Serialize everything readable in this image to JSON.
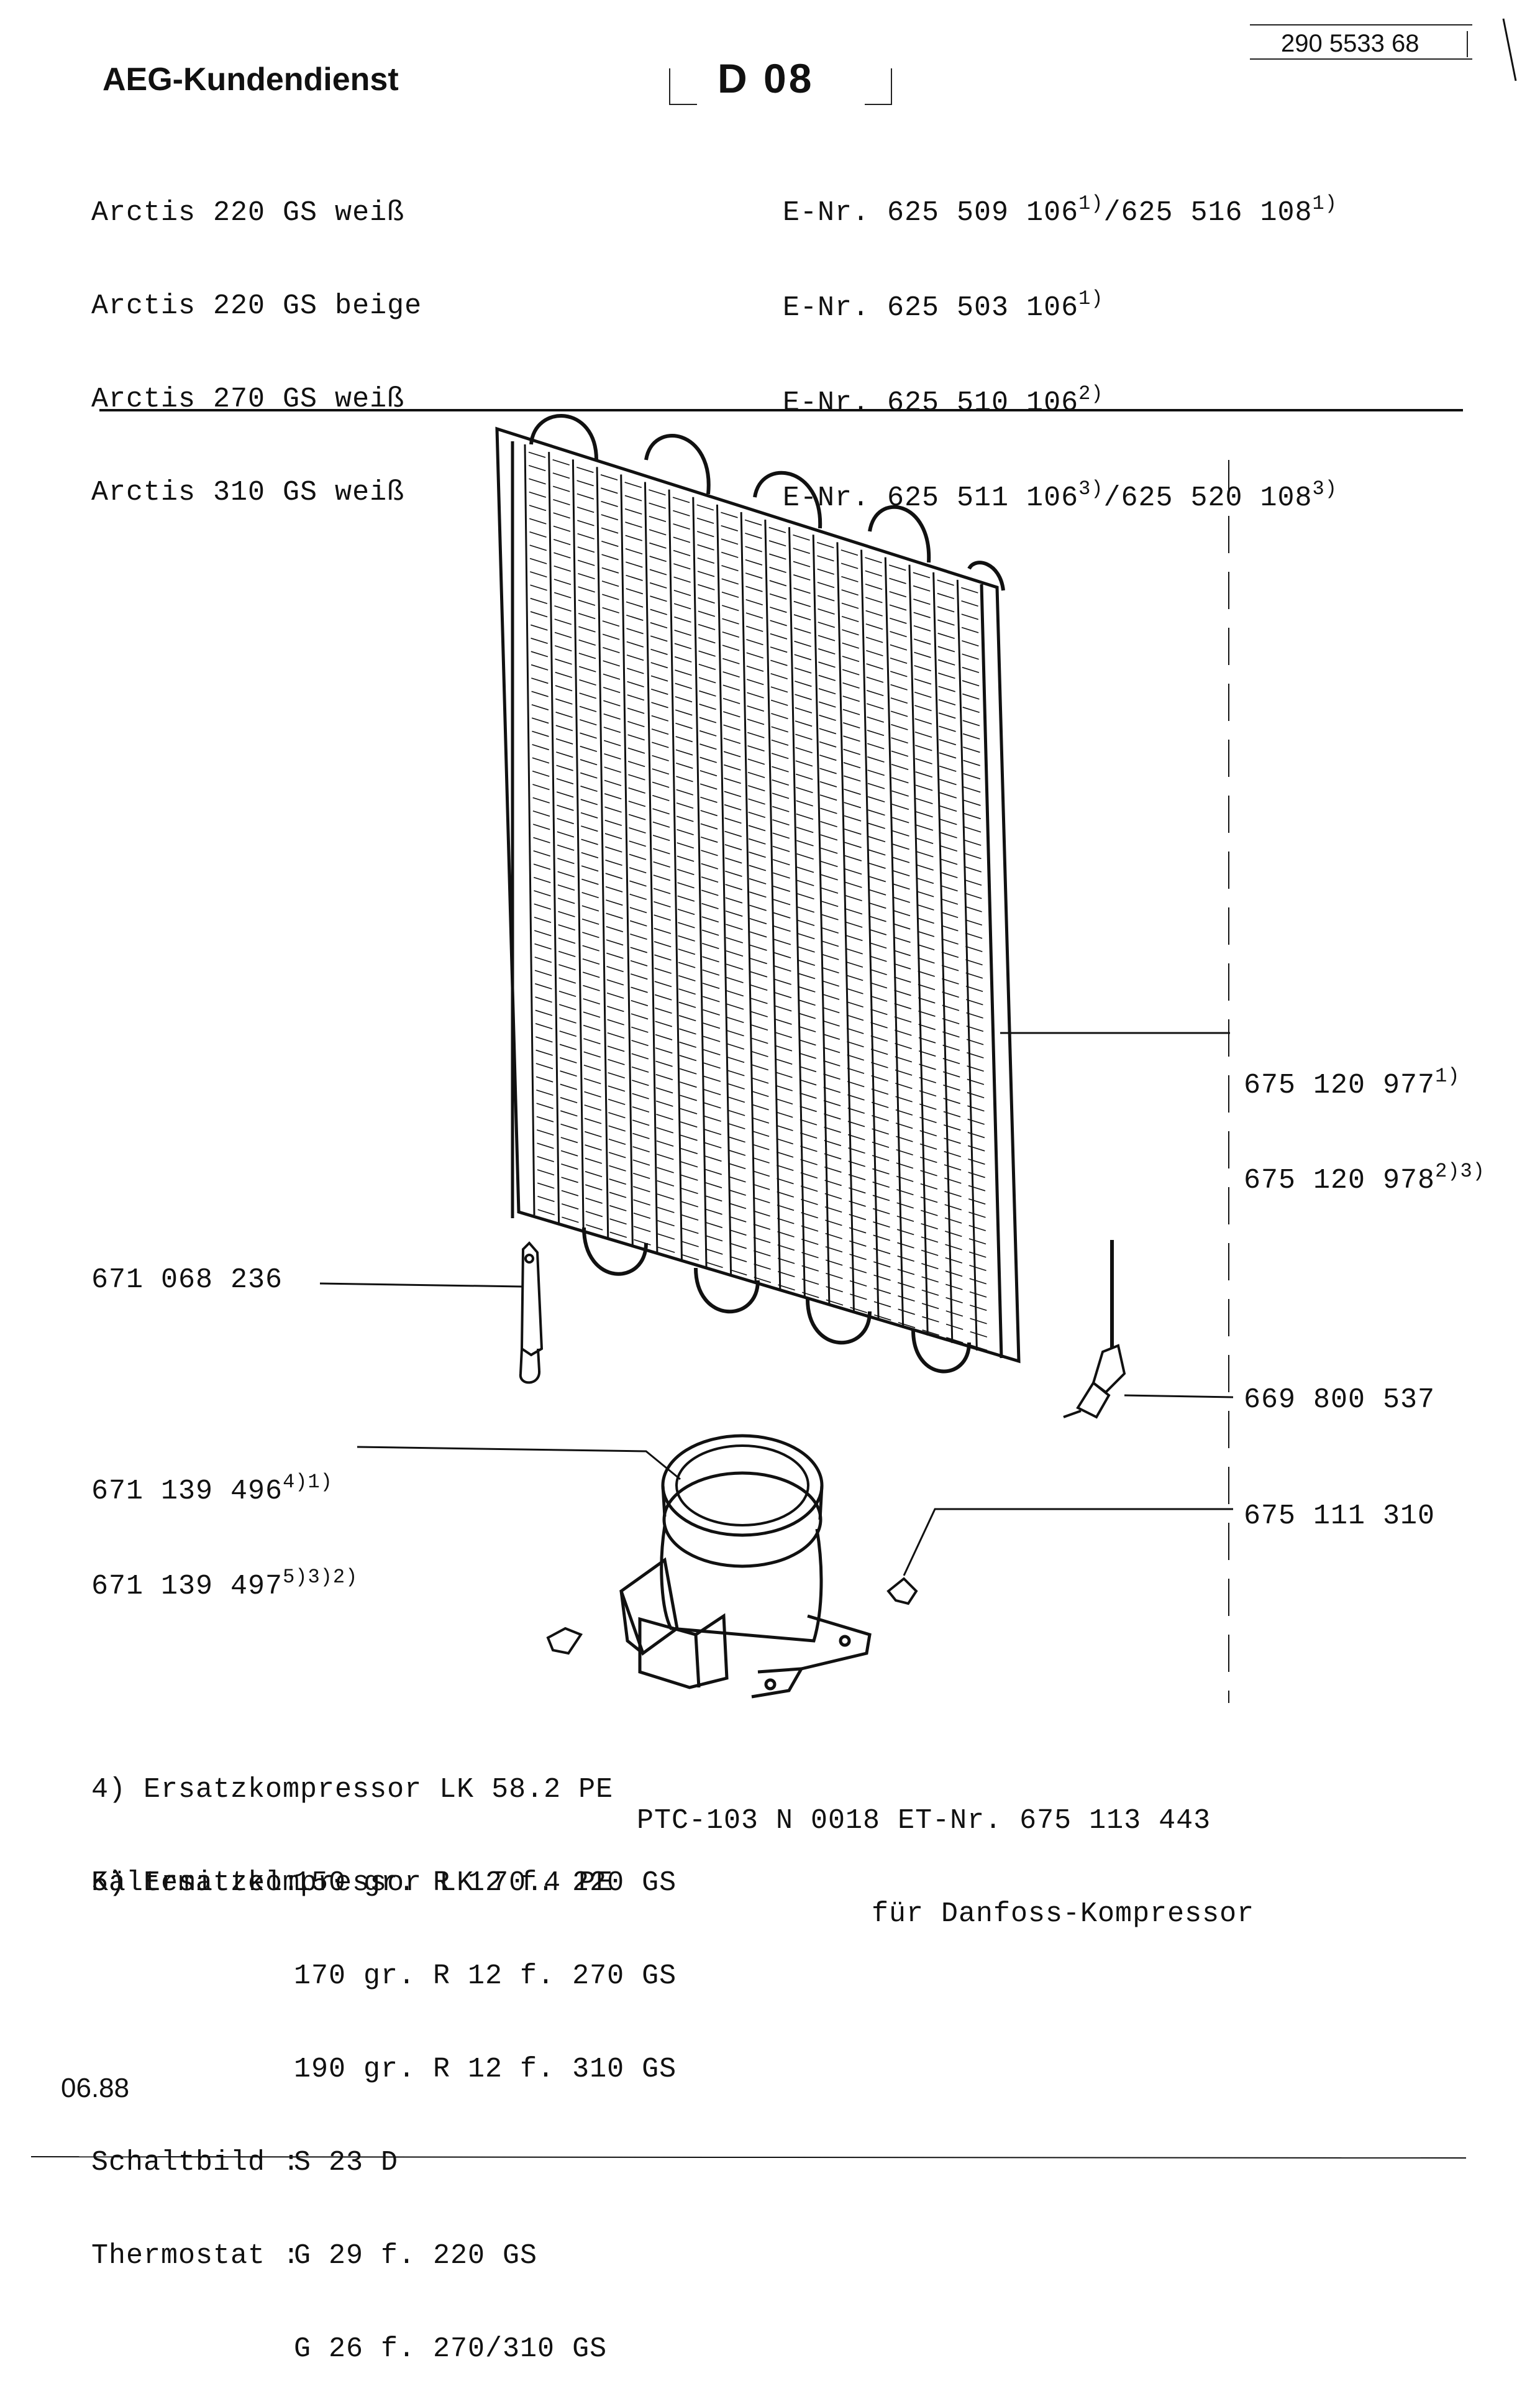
{
  "header": {
    "brand": "AEG-Kundendienst",
    "section_code": "D 08",
    "doc_number": "290 5533 68"
  },
  "models": [
    {
      "name": "Arctis 220 GS weiß",
      "enr": "E-Nr. 625 509 106",
      "enr_sup": "1)",
      "enr2": "/625 516 108",
      "enr2_sup": "1)"
    },
    {
      "name": "Arctis 220 GS beige",
      "enr": "E-Nr. 625 503 106",
      "enr_sup": "1)",
      "enr2": "",
      "enr2_sup": ""
    },
    {
      "name": "Arctis 270 GS weiß",
      "enr": "E-Nr. 625 510 106",
      "enr_sup": "2)",
      "enr2": "",
      "enr2_sup": ""
    },
    {
      "name": "Arctis 310 GS weiß",
      "enr": "E-Nr. 625 511 106",
      "enr_sup": "3)",
      "enr2": "/625 520 108",
      "enr2_sup": "3)"
    }
  ],
  "parts": {
    "condenser_a": "675 120 977",
    "condenser_a_sup": "1)",
    "condenser_b": "675 120 978",
    "condenser_b_sup": "2)3)",
    "drier": "671 068 236",
    "compressor_a": "671 139 496",
    "compressor_a_sup": "4)1)",
    "compressor_b": "671 139 497",
    "compressor_b_sup": "5)3)2)",
    "valve": "669 800 537",
    "bracket": "675 111 310"
  },
  "notes": {
    "note4": "4) Ersatzkompressor LK 58.2 PE",
    "note5": "5) Ersatzkompressor LK 70.4 PE",
    "ptc": "PTC-103 N 0018 ET-Nr. 675 113 443",
    "ptc_for": "für Danfoss-Kompressor",
    "refrigerant_label": "Kältemittel:",
    "refrigerant": [
      "150 gr. R 12 f. 220 GS",
      "170 gr. R 12 f. 270 GS",
      "190 gr. R 12 f. 310 GS"
    ],
    "wiring_label": "Schaltbild :",
    "wiring": "S 23 D",
    "thermostat_label": "Thermostat :",
    "thermostat": [
      "G 29 f. 220 GS",
      "G 26 f. 270/310 GS"
    ]
  },
  "footer": {
    "date": "06.88"
  }
}
